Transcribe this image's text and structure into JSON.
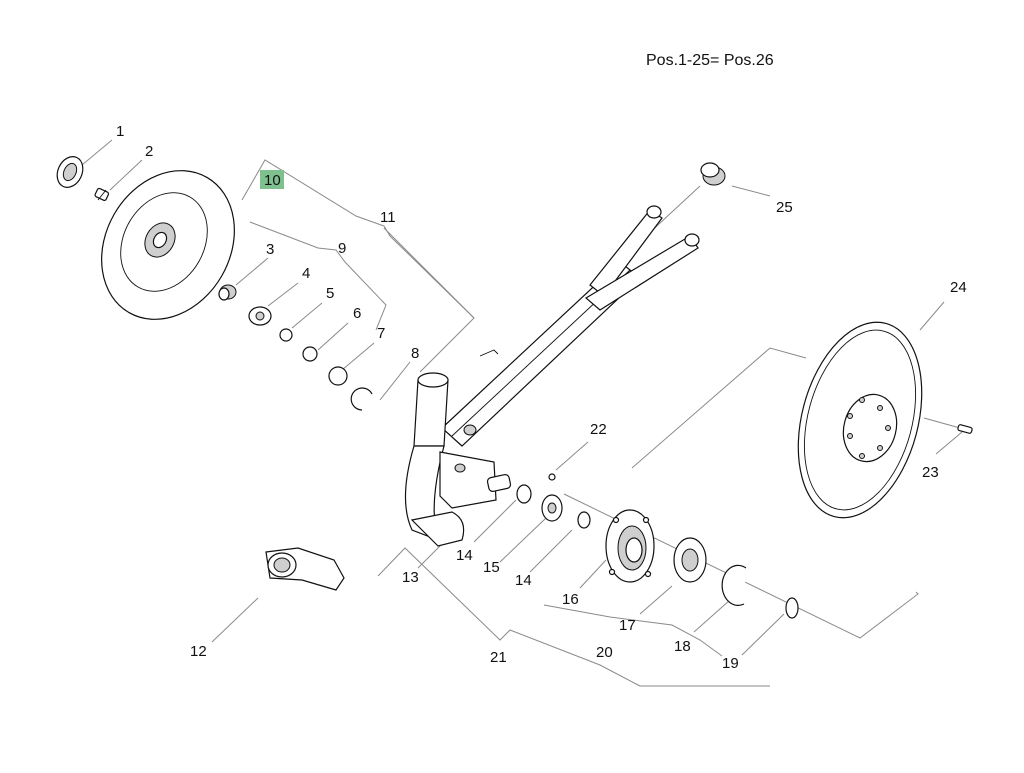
{
  "note": "Pos.1-25= Pos.26",
  "highlight_color": "#7fc08f",
  "callouts": {
    "c1": "1",
    "c2": "2",
    "c3": "3",
    "c4": "4",
    "c5": "5",
    "c6": "6",
    "c7": "7",
    "c8": "8",
    "c9": "9",
    "c10": "10",
    "c11": "11",
    "c12": "12",
    "c13": "13",
    "c14a": "14",
    "c14b": "14",
    "c15": "15",
    "c16": "16",
    "c17": "17",
    "c18": "18",
    "c19": "19",
    "c20": "20",
    "c21": "21",
    "c22": "22",
    "c23": "23",
    "c24": "24",
    "c25": "25"
  },
  "highlighted_callout": "10"
}
